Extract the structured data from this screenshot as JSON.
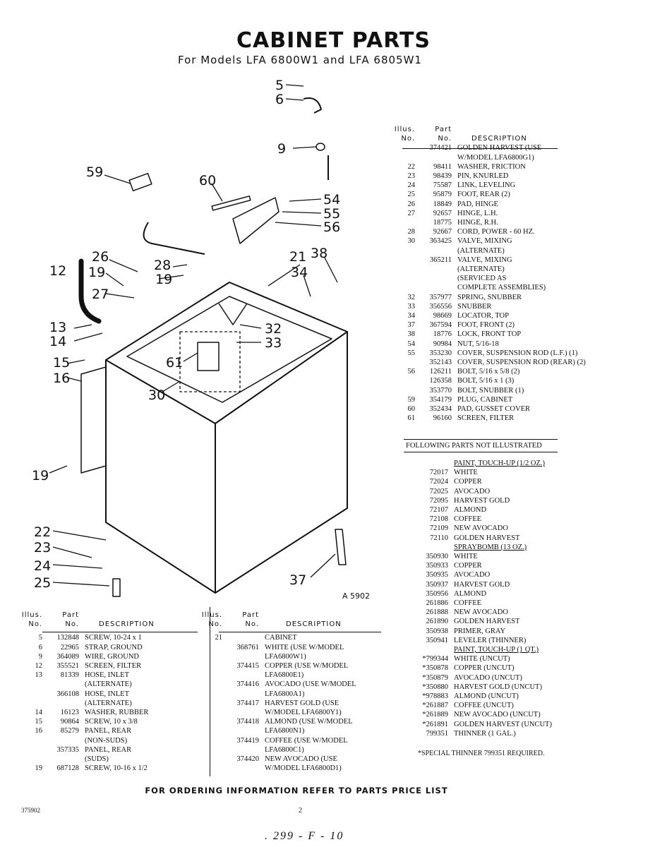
{
  "header": {
    "title": "CABINET PARTS",
    "subtitle": "For Models LFA 6800W1 and LFA 6805W1"
  },
  "diagram": {
    "callouts": [
      "5",
      "6",
      "9",
      "59",
      "60",
      "54",
      "55",
      "56",
      "26",
      "12",
      "19",
      "28",
      "27",
      "19",
      "21",
      "38",
      "34",
      "13",
      "14",
      "32",
      "33",
      "15",
      "16",
      "61",
      "30",
      "19",
      "22",
      "23",
      "24",
      "25",
      "37"
    ],
    "figure_code": "A 5902"
  },
  "table_headers": {
    "illus": "Illus.",
    "no": "No.",
    "part": "Part",
    "description": "DESCRIPTION"
  },
  "table_left": [
    {
      "illus": "5",
      "part": "132848",
      "desc": "SCREW, 10-24 x 1"
    },
    {
      "illus": "6",
      "part": "22965",
      "desc": "STRAP, GROUND"
    },
    {
      "illus": "9",
      "part": "364089",
      "desc": "WIRE, GROUND"
    },
    {
      "illus": "12",
      "part": "355521",
      "desc": "SCREEN, FILTER"
    },
    {
      "illus": "13",
      "part": "81339",
      "desc": "HOSE, INLET"
    },
    {
      "illus": "",
      "part": "",
      "desc": "(ALTERNATE)"
    },
    {
      "illus": "",
      "part": "366108",
      "desc": "HOSE, INLET"
    },
    {
      "illus": "",
      "part": "",
      "desc": "(ALTERNATE)"
    },
    {
      "illus": "14",
      "part": "16123",
      "desc": "WASHER, RUBBER"
    },
    {
      "illus": "15",
      "part": "90864",
      "desc": "SCREW, 10 x 3/8"
    },
    {
      "illus": "16",
      "part": "85279",
      "desc": "PANEL, REAR"
    },
    {
      "illus": "",
      "part": "",
      "desc": "(NON-SUDS)"
    },
    {
      "illus": "",
      "part": "357335",
      "desc": "PANEL, REAR"
    },
    {
      "illus": "",
      "part": "",
      "desc": "(SUDS)"
    },
    {
      "illus": "19",
      "part": "687128",
      "desc": "SCREW, 10-16 x 1/2"
    }
  ],
  "table_mid": [
    {
      "illus": "21",
      "part": "",
      "desc": "CABINET"
    },
    {
      "illus": "",
      "part": "368761",
      "desc": "WHITE (USE W/MODEL"
    },
    {
      "illus": "",
      "part": "",
      "desc": "LFA6800W1)"
    },
    {
      "illus": "",
      "part": "374415",
      "desc": "COPPER (USE W/MODEL"
    },
    {
      "illus": "",
      "part": "",
      "desc": "LFA6800E1)"
    },
    {
      "illus": "",
      "part": "374416",
      "desc": "AVOCADO (USE W/MODEL"
    },
    {
      "illus": "",
      "part": "",
      "desc": "LFA6800A1)"
    },
    {
      "illus": "",
      "part": "374417",
      "desc": "HARVEST GOLD (USE"
    },
    {
      "illus": "",
      "part": "",
      "desc": "W/MODEL LFA6800Y1)"
    },
    {
      "illus": "",
      "part": "374418",
      "desc": "ALMOND (USE W/MODEL"
    },
    {
      "illus": "",
      "part": "",
      "desc": "LFA6800N1)"
    },
    {
      "illus": "",
      "part": "374419",
      "desc": "COFFEE (USE W/MODEL"
    },
    {
      "illus": "",
      "part": "",
      "desc": "LFA6800C1)"
    },
    {
      "illus": "",
      "part": "374420",
      "desc": "NEW AVOCADO (USE"
    },
    {
      "illus": "",
      "part": "",
      "desc": "W/MODEL LFA6800D1)"
    }
  ],
  "table_right": [
    {
      "illus": "",
      "part": "374421",
      "desc": "GOLDEN HARVEST (USE"
    },
    {
      "illus": "",
      "part": "",
      "desc": "W/MODEL LFA6800G1)"
    },
    {
      "illus": "22",
      "part": "98411",
      "desc": "WASHER, FRICTION"
    },
    {
      "illus": "23",
      "part": "98439",
      "desc": "PIN, KNURLED"
    },
    {
      "illus": "24",
      "part": "75587",
      "desc": "LINK, LEVELING"
    },
    {
      "illus": "25",
      "part": "95879",
      "desc": "FOOT, REAR (2)"
    },
    {
      "illus": "26",
      "part": "18849",
      "desc": "PAD, HINGE"
    },
    {
      "illus": "27",
      "part": "92657",
      "desc": "HINGE, L.H."
    },
    {
      "illus": "",
      "part": "18775",
      "desc": "HINGE, R.H."
    },
    {
      "illus": "28",
      "part": "92667",
      "desc": "CORD, POWER - 60 HZ."
    },
    {
      "illus": "30",
      "part": "363425",
      "desc": "VALVE, MIXING"
    },
    {
      "illus": "",
      "part": "",
      "desc": "(ALTERNATE)"
    },
    {
      "illus": "",
      "part": "365211",
      "desc": "VALVE, MIXING"
    },
    {
      "illus": "",
      "part": "",
      "desc": "(ALTERNATE)"
    },
    {
      "illus": "",
      "part": "",
      "desc": "(SERVICED AS"
    },
    {
      "illus": "",
      "part": "",
      "desc": "COMPLETE ASSEMBLIES)"
    },
    {
      "illus": "32",
      "part": "357977",
      "desc": "SPRING, SNUBBER"
    },
    {
      "illus": "33",
      "part": "356556",
      "desc": "SNUBBER"
    },
    {
      "illus": "34",
      "part": "98669",
      "desc": "LOCATOR, TOP"
    },
    {
      "illus": "37",
      "part": "367594",
      "desc": "FOOT, FRONT (2)"
    },
    {
      "illus": "38",
      "part": "18776",
      "desc": "LOCK, FRONT TOP"
    },
    {
      "illus": "54",
      "part": "90984",
      "desc": "NUT, 5/16-18"
    },
    {
      "illus": "55",
      "part": "353230",
      "desc": "COVER, SUSPENSION ROD (L.F.) (1)"
    },
    {
      "illus": "",
      "part": "352143",
      "desc": "COVER, SUSPENSION ROD (REAR) (2)"
    },
    {
      "illus": "56",
      "part": "126211",
      "desc": "BOLT, 5/16 x 5/8 (2)"
    },
    {
      "illus": "",
      "part": "126358",
      "desc": "BOLT, 5/16 x 1 (3)"
    },
    {
      "illus": "",
      "part": "353770",
      "desc": "BOLT, SNUBBER (1)"
    },
    {
      "illus": "59",
      "part": "354179",
      "desc": "PLUG, CABINET"
    },
    {
      "illus": "60",
      "part": "352434",
      "desc": "PAD, GUSSET COVER"
    },
    {
      "illus": "61",
      "part": "96160",
      "desc": "SCREEN, FILTER"
    }
  ],
  "following_header": "FOLLOWING PARTS NOT ILLUSTRATED",
  "not_illustrated": [
    {
      "part": "",
      "desc": "PAINT, TOUCH-UP (1/2 OZ.)",
      "underline": true
    },
    {
      "part": "72017",
      "desc": "WHITE"
    },
    {
      "part": "72024",
      "desc": "COPPER"
    },
    {
      "part": "72025",
      "desc": "AVOCADO"
    },
    {
      "part": "72095",
      "desc": "HARVEST GOLD"
    },
    {
      "part": "72107",
      "desc": "ALMOND"
    },
    {
      "part": "72108",
      "desc": "COFFEE"
    },
    {
      "part": "72109",
      "desc": "NEW AVOCADO"
    },
    {
      "part": "72110",
      "desc": "GOLDEN HARVEST"
    },
    {
      "part": "",
      "desc": "SPRAYBOMB (13 OZ.)",
      "underline": true
    },
    {
      "part": "350930",
      "desc": "WHITE"
    },
    {
      "part": "350933",
      "desc": "COPPER"
    },
    {
      "part": "350935",
      "desc": "AVOCADO"
    },
    {
      "part": "350937",
      "desc": "HARVEST GOLD"
    },
    {
      "part": "350956",
      "desc": "ALMOND"
    },
    {
      "part": "261886",
      "desc": "COFFEE"
    },
    {
      "part": "261888",
      "desc": "NEW AVOCADO"
    },
    {
      "part": "261890",
      "desc": "GOLDEN HARVEST"
    },
    {
      "part": "350938",
      "desc": "PRIMER, GRAY"
    },
    {
      "part": "350941",
      "desc": "LEVELER (THINNER)"
    },
    {
      "part": "",
      "desc": "PAINT, TOUCH-UP (1 QT.)",
      "underline": true
    },
    {
      "part": "*799344",
      "desc": "WHITE (UNCUT)"
    },
    {
      "part": "*350878",
      "desc": "COPPER (UNCUT)"
    },
    {
      "part": "*350879",
      "desc": "AVOCADO (UNCUT)"
    },
    {
      "part": "*350880",
      "desc": "HARVEST GOLD (UNCUT)"
    },
    {
      "part": "*978883",
      "desc": "ALMOND (UNCUT)"
    },
    {
      "part": "*261887",
      "desc": "COFFEE (UNCUT)"
    },
    {
      "part": "*261889",
      "desc": "NEW AVOCADO (UNCUT)"
    },
    {
      "part": "*261891",
      "desc": "GOLDEN HARVEST (UNCUT)"
    },
    {
      "part": "799351",
      "desc": "THINNER (1 GAL.)"
    }
  ],
  "special_note": "*SPECIAL THINNER 799351 REQUIRED.",
  "footer": {
    "ordering": "FOR ORDERING INFORMATION REFER TO PARTS PRICE LIST",
    "doc_code": "375902",
    "page": "2",
    "handwritten": ". 299 - F - 10"
  }
}
